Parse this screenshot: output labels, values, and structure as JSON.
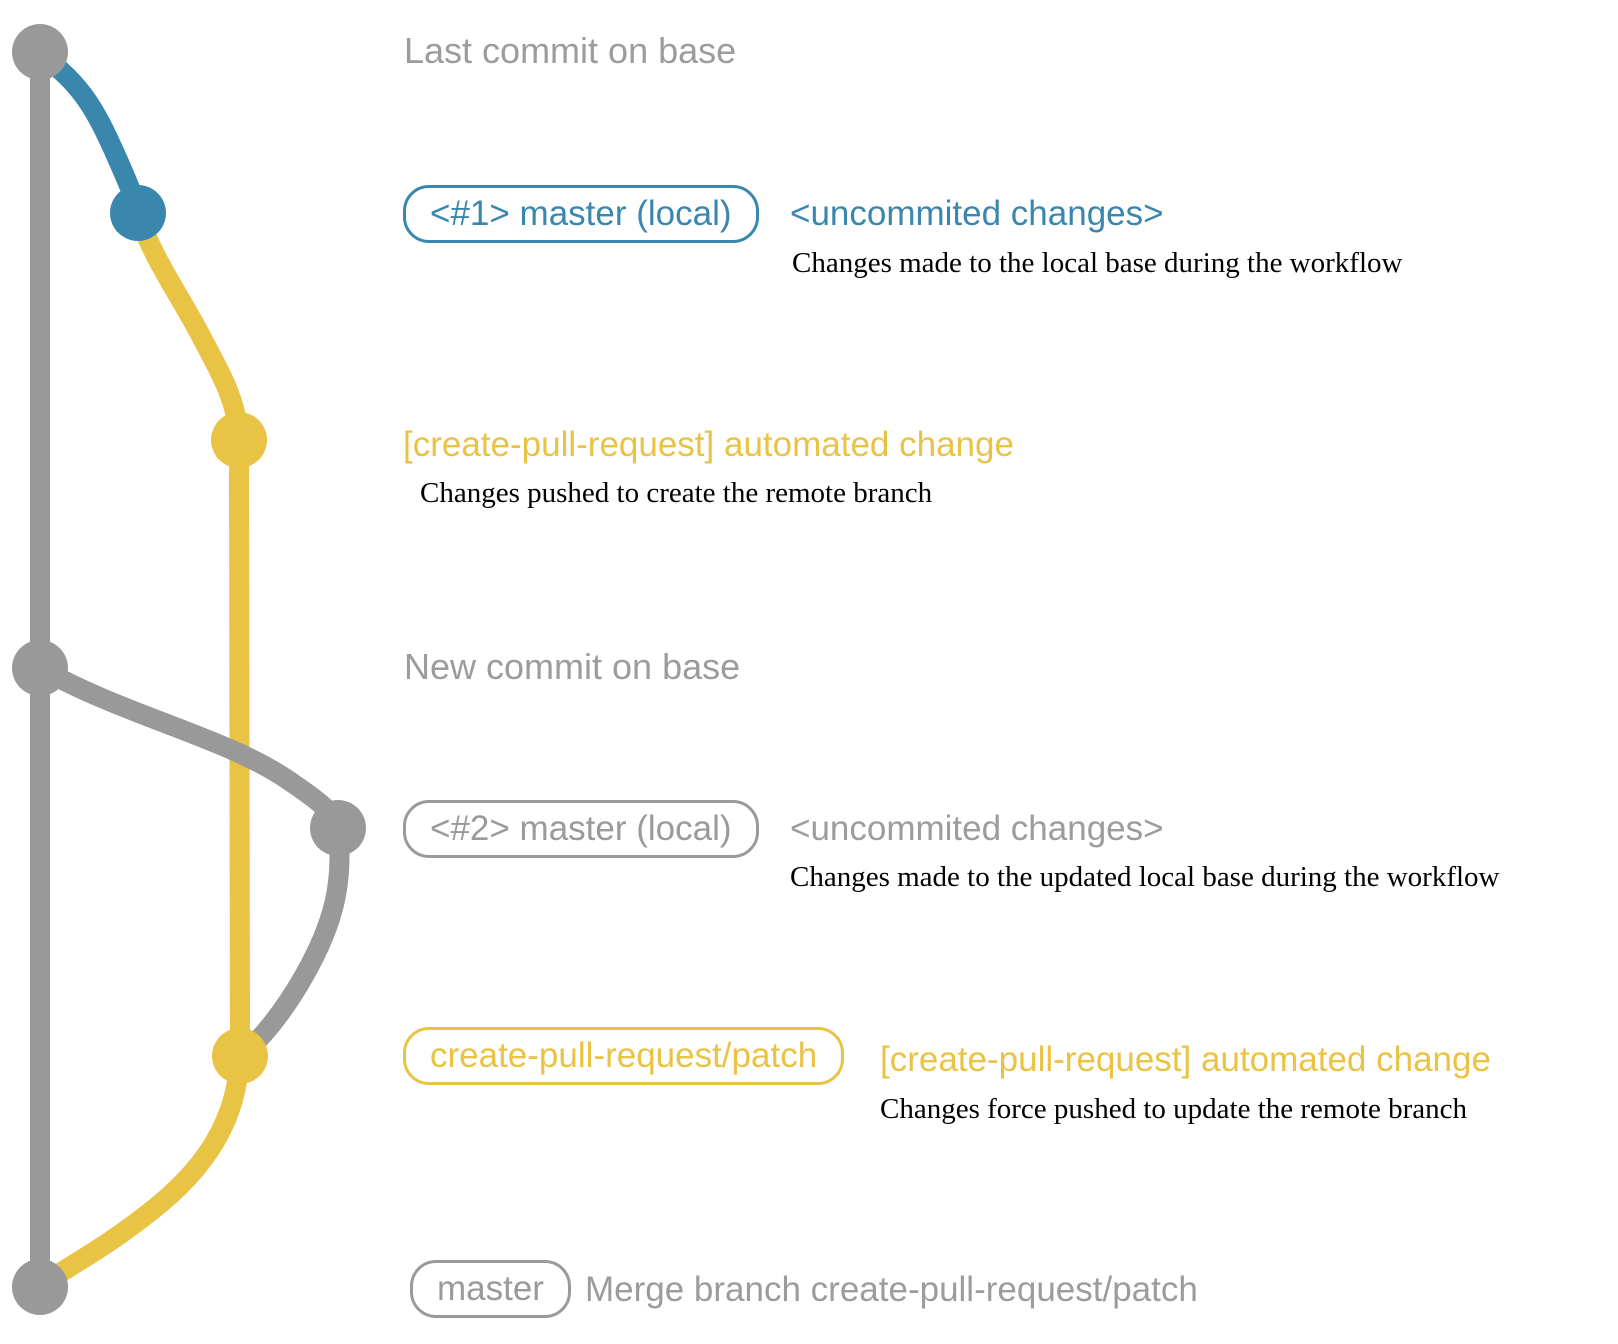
{
  "colors": {
    "base_gray": "#999999",
    "branch_blue": "#3a87ae",
    "branch_yellow": "#e8c344",
    "label_gray": "#9c9c9c",
    "description_black": "#000000"
  },
  "graph": {
    "type": "git-commit-graph",
    "branches": [
      {
        "name": "base",
        "color": "#999999"
      },
      {
        "name": "master (local)",
        "color": "#3a87ae"
      },
      {
        "name": "create-pull-request/patch",
        "color": "#e8c344"
      }
    ],
    "commits": [
      {
        "label": "Last commit on base",
        "branch": "base",
        "node_color": "#999999"
      },
      {
        "label": "<#1> master (local) <uncommited changes>",
        "branch": "master (local)",
        "node_color": "#3a87ae"
      },
      {
        "label": "[create-pull-request] automated change",
        "branch": "create-pull-request/patch",
        "node_color": "#e8c344"
      },
      {
        "label": "New commit on base",
        "branch": "base",
        "node_color": "#999999"
      },
      {
        "label": "<#2> master (local) <uncommited changes>",
        "branch": "master (local)",
        "node_color": "#999999"
      },
      {
        "label": "[create-pull-request] automated change",
        "branch": "create-pull-request/patch",
        "node_color": "#e8c344"
      },
      {
        "label": "Merge branch create-pull-request/patch",
        "branch": "base",
        "node_color": "#999999"
      }
    ]
  },
  "rows": {
    "last_commit_on_base": {
      "label": "Last commit on base"
    },
    "commit_1": {
      "badge": "<#1> master (local)",
      "message": "<uncommited changes>",
      "description": "Changes made to the local base during the workflow"
    },
    "push_1": {
      "message": "[create-pull-request] automated change",
      "description": "Changes pushed to create the remote branch"
    },
    "new_commit_on_base": {
      "label": "New commit on base"
    },
    "commit_2": {
      "badge": "<#2> master (local)",
      "message": "<uncommited changes>",
      "description": "Changes made to the updated local base during the workflow"
    },
    "push_2": {
      "badge": "create-pull-request/patch",
      "message": "[create-pull-request] automated change",
      "description": "Changes force pushed to update the remote branch"
    },
    "merge": {
      "badge": "master",
      "message": "Merge branch create-pull-request/patch"
    }
  }
}
